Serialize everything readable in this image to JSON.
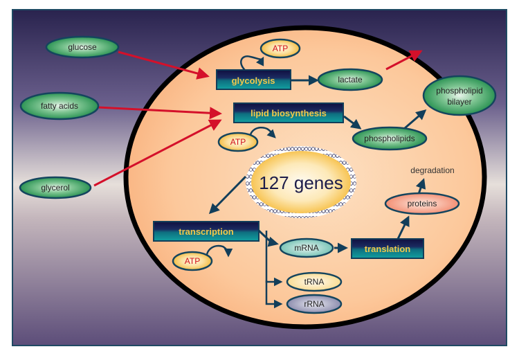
{
  "diagram": {
    "center_label": "127 genes",
    "processes": {
      "glycolysis": "glycolysis",
      "lipid_biosynthesis": "lipid biosynthesis",
      "transcription": "transcription",
      "translation": "translation"
    },
    "external_inputs": {
      "glucose": "glucose",
      "fatty_acids": "fatty acids",
      "glycerol": "glycerol"
    },
    "products": {
      "lactate": "lactate",
      "phospholipids": "phospholipids",
      "phospholipid_bilayer_line1": "phospholipid",
      "phospholipid_bilayer_line2": "bilayer",
      "mrna": "mRNA",
      "trna": "tRNA",
      "rrna": "rRNA",
      "proteins": "proteins",
      "degradation": "degradation"
    },
    "atp": {
      "glycolysis_atp": "ATP",
      "lipid_atp": "ATP",
      "transcription_atp": "ATP"
    },
    "colors": {
      "frame_border": "#1f4a63",
      "bg_top": "#2a2450",
      "bg_mid": "#e4dcd8",
      "bg_bottom": "#5e4f7a",
      "cell_fill": "#fcc79a",
      "cell_border": "#000000",
      "process_box_dark": "#14144a",
      "process_box_teal": "#0f8a8f",
      "process_text": "#f2c84b",
      "input_arrow": "#d4102a",
      "pathway_arrow": "#123e5a",
      "green_node": "#2e9a5a",
      "atp_fill": "#f7c44d",
      "atp_text": "#d1101c",
      "mrna_fill": "#8fcfc2",
      "trna_fill": "#fbe5a5",
      "rrna_fill": "#9a9ab8",
      "proteins_fill": "#f59a80"
    }
  }
}
